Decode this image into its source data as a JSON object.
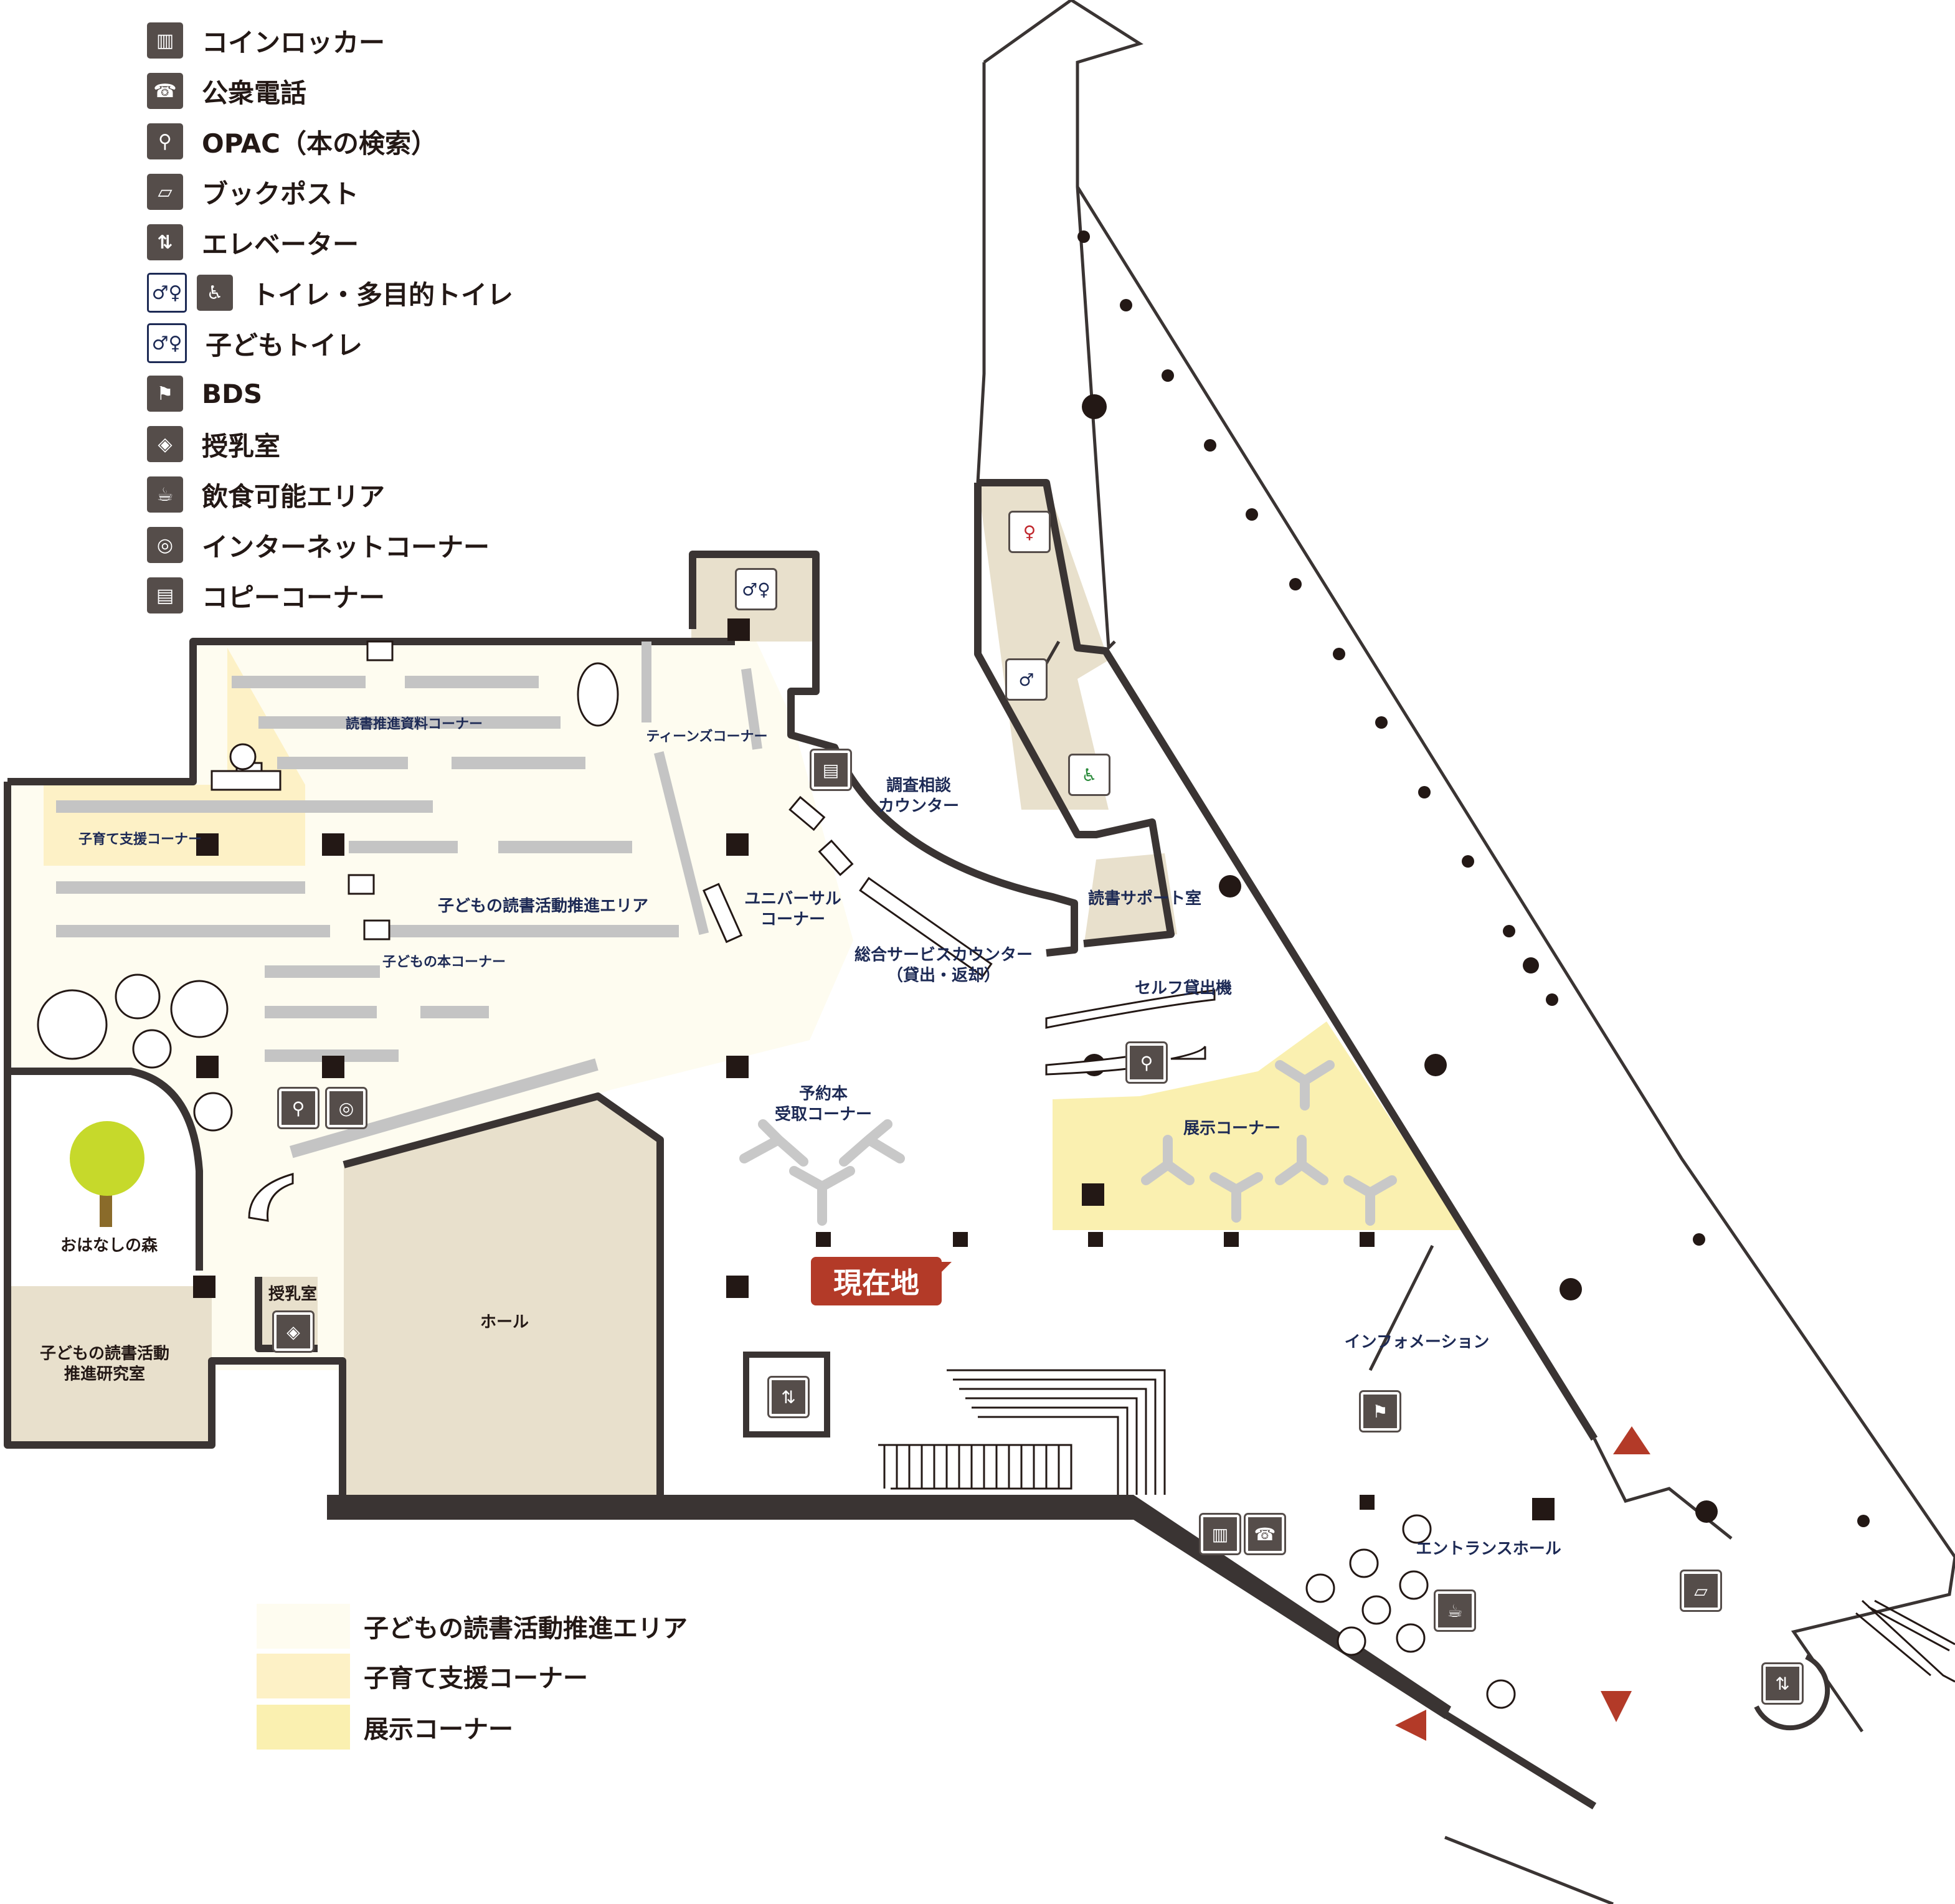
{
  "legend": [
    {
      "icon": "coin-locker-icon",
      "label": "コインロッカー"
    },
    {
      "icon": "public-phone-icon",
      "label": "公衆電話"
    },
    {
      "icon": "opac-search-icon",
      "label": "OPAC（本の検索）"
    },
    {
      "icon": "book-post-icon",
      "label": "ブックポスト"
    },
    {
      "icon": "elevator-icon",
      "label": "エレベーター"
    },
    {
      "icon": "restroom-icon",
      "label": "トイレ・多目的トイレ"
    },
    {
      "icon": "kids-restroom-icon",
      "label": "子どもトイレ"
    },
    {
      "icon": "bds-icon",
      "label": "BDS"
    },
    {
      "icon": "nursing-room-icon",
      "label": "授乳室"
    },
    {
      "icon": "eating-area-icon",
      "label": "飲食可能エリア"
    },
    {
      "icon": "internet-icon",
      "label": "インターネットコーナー"
    },
    {
      "icon": "copy-icon",
      "label": "コピーコーナー"
    }
  ],
  "labels": {
    "reading_promo_materials": "読書推進資料コーナー",
    "teens": "ティーンズコーナー",
    "reference": "調査相談\nカウンター",
    "childcare": "子育て支援コーナー",
    "kids_area": "子どもの読書活動推進エリア",
    "universal": "ユニバーサル\nコーナー",
    "kids_books": "子どもの本コーナー",
    "general_counter": "総合サービスカウンター\n（貸出・返却）",
    "reading_support": "読書サポート室",
    "self_checkout": "セルフ貸出機",
    "reserve": "予約本\n受取コーナー",
    "exhibition": "展示コーナー",
    "forest": "おはなしの森",
    "nursing": "授乳室",
    "research_room": "子どもの読書活動\n推進研究室",
    "hall": "ホール",
    "information": "インフォメーション",
    "entrance": "エントランスホール",
    "current": "現在地",
    "kids_toilet_sign": "こどもトイレ"
  },
  "area_legend": [
    {
      "label": "子どもの読書活動推進エリア",
      "color": "#fefcf0"
    },
    {
      "label": "子育て支援コーナー",
      "color": "#fdf1c6"
    },
    {
      "label": "展示コーナー",
      "color": "#faf0b0"
    }
  ],
  "colors": {
    "wall": "#3a3433",
    "room_fill": "#e8e0cc",
    "kids_area": "#fefcf0",
    "childcare": "#fdf1c6",
    "exhibition": "#faf0b0",
    "shelf": "#c4c4c4",
    "icon_bg": "#554d4a",
    "marker": "#b33a28",
    "tree": "#c6d92b"
  }
}
